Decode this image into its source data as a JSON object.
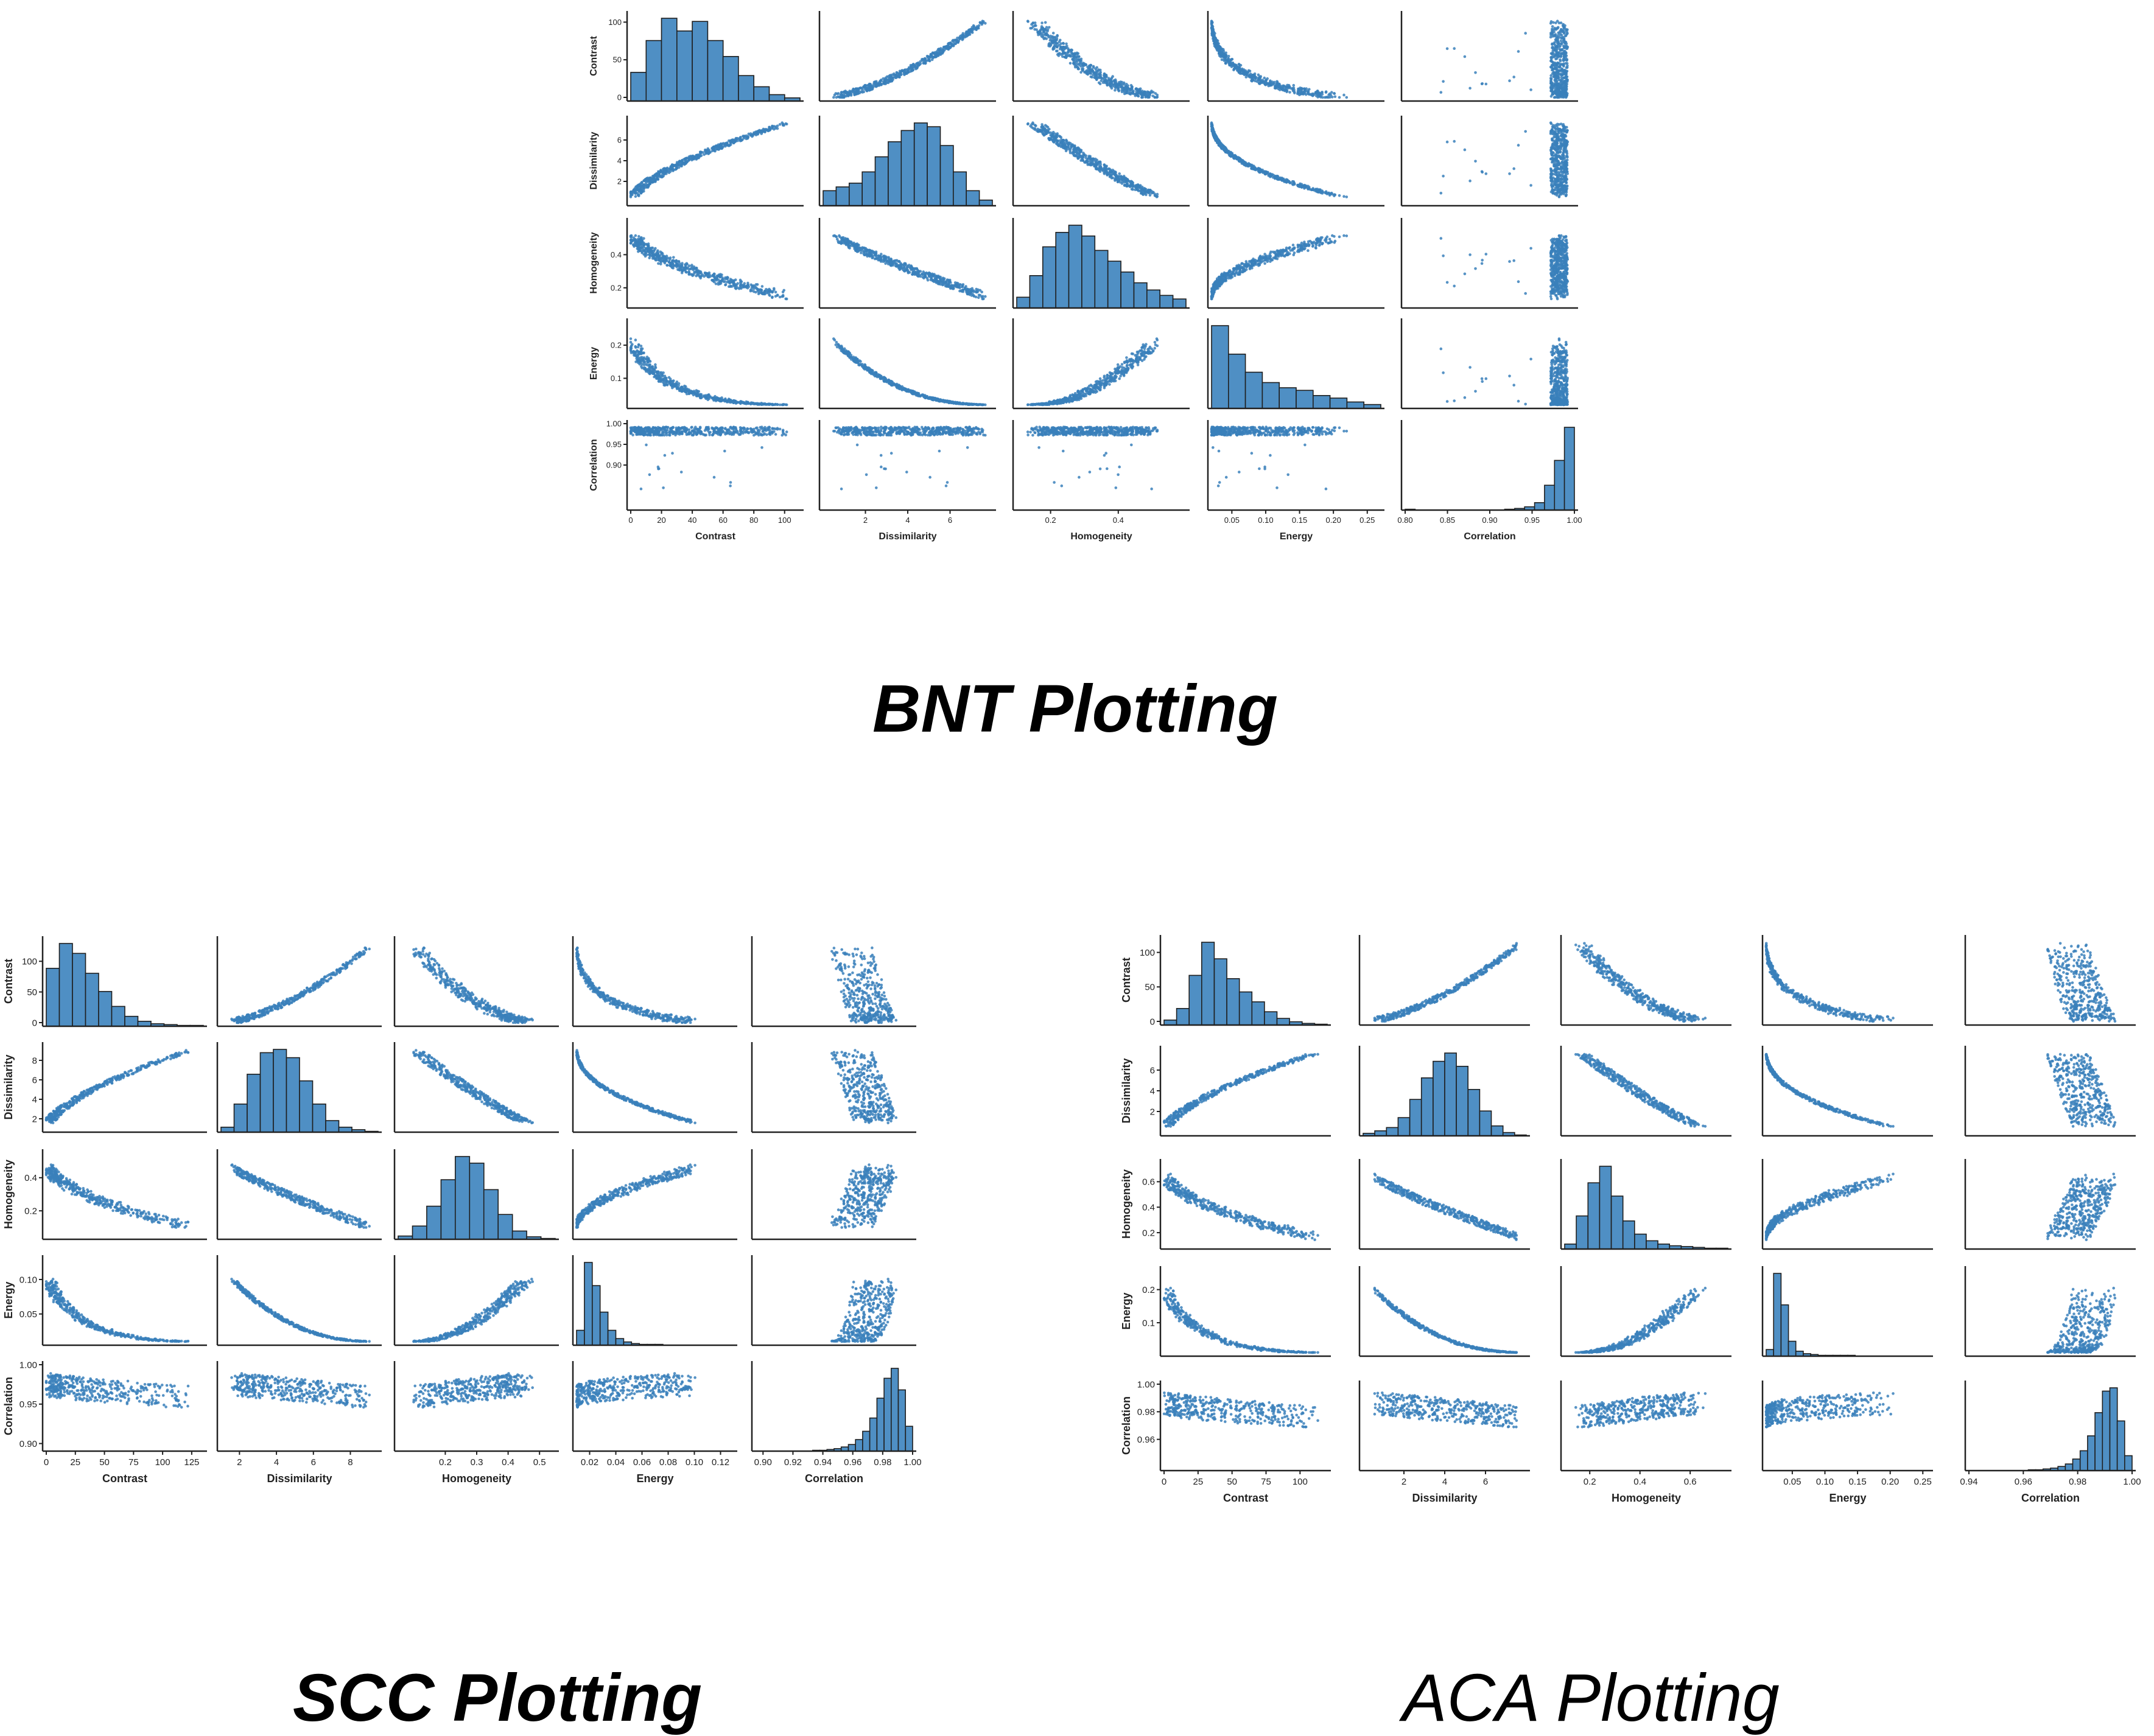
{
  "colors": {
    "mark": "#3a80bb",
    "hist_fill": "#4f8fc4",
    "hist_edge": "#1f1f1f",
    "axis": "#222222",
    "caption": "#000000"
  },
  "features": [
    "Contrast",
    "Dissimilarity",
    "Homogeneity",
    "Energy",
    "Correlation"
  ],
  "chart_data": [
    {
      "type": "scatter",
      "subtype": "pairplot",
      "caption": "BNT Plotting",
      "variables": [
        "Contrast",
        "Dissimilarity",
        "Homogeneity",
        "Energy",
        "Correlation"
      ],
      "xlims": [
        [
          0,
          110
        ],
        [
          0,
          8
        ],
        [
          0.1,
          0.6
        ],
        [
          0.02,
          0.27
        ],
        [
          0.8,
          1.0
        ]
      ],
      "ylims": [
        [
          0,
          110
        ],
        [
          0,
          8
        ],
        [
          0.1,
          0.6
        ],
        [
          0.02,
          0.27
        ],
        [
          0.8,
          1.0
        ]
      ],
      "xticks": [
        [
          0,
          20,
          40,
          60,
          80,
          100
        ],
        [
          2,
          4,
          6
        ],
        [
          0.2,
          0.4
        ],
        [
          0.05,
          0.1,
          0.15,
          0.2,
          0.25
        ],
        [
          0.8,
          0.85,
          0.9,
          0.95,
          1.0
        ]
      ],
      "xticklabels": [
        [
          "0",
          "20",
          "40",
          "60",
          "80",
          "100"
        ],
        [
          "2",
          "4",
          "6"
        ],
        [
          "0.2",
          "0.4"
        ],
        [
          "0.05",
          "0.10",
          "0.15",
          "0.20",
          "0.25"
        ],
        [
          "0.80",
          "0.85",
          "0.90",
          "0.95",
          "1.00"
        ]
      ],
      "yticks": [
        [
          0,
          50,
          100
        ],
        [
          2,
          4,
          6
        ],
        [
          0.2,
          0.4
        ],
        [
          0.1,
          0.2
        ],
        [
          0.9,
          0.95,
          1.0
        ]
      ],
      "yticklabels": [
        [
          "0",
          "50",
          "100"
        ],
        [
          "2",
          "4",
          "6"
        ],
        [
          "0.2",
          "0.4"
        ],
        [
          "0.1",
          "0.2"
        ],
        [
          "0.90",
          "0.95",
          "1.00"
        ]
      ],
      "histograms": [
        [
          18,
          38,
          52,
          44,
          50,
          38,
          28,
          16,
          9,
          4,
          2
        ],
        [
          8,
          10,
          12,
          18,
          26,
          34,
          40,
          44,
          42,
          32,
          18,
          8,
          3
        ],
        [
          6,
          18,
          34,
          42,
          46,
          40,
          32,
          26,
          20,
          14,
          10,
          7,
          5
        ],
        [
          64,
          42,
          28,
          20,
          16,
          14,
          10,
          8,
          5,
          3
        ],
        [
          1,
          0,
          0,
          0,
          0,
          0,
          0,
          0,
          0,
          0,
          1,
          2,
          4,
          9,
          30,
          60,
          100
        ]
      ],
      "relations": {
        "Contrast-Dissimilarity": "strong positive concave",
        "Contrast-Homogeneity": "negative convex",
        "Contrast-Energy": "negative convex",
        "Dissimilarity-Homogeneity": "strong negative",
        "Dissimilarity-Energy": "negative convex",
        "Homogeneity-Energy": "strong positive convex",
        "Correlation-all": "clustered near 0.98 with few low outliers"
      }
    },
    {
      "type": "scatter",
      "subtype": "pairplot",
      "caption": "SCC Plotting",
      "variables": [
        "Contrast",
        "Dissimilarity",
        "Homogeneity",
        "Energy",
        "Correlation"
      ],
      "xlims": [
        [
          0,
          135
        ],
        [
          1,
          9.5
        ],
        [
          0.05,
          0.55
        ],
        [
          0.01,
          0.13
        ],
        [
          0.895,
          1.0
        ]
      ],
      "ylims": [
        [
          0,
          135
        ],
        [
          1,
          9.5
        ],
        [
          0.05,
          0.55
        ],
        [
          0.01,
          0.13
        ],
        [
          0.895,
          1.0
        ]
      ],
      "xticks": [
        [
          0,
          25,
          50,
          75,
          100,
          125
        ],
        [
          2,
          4,
          6,
          8
        ],
        [
          0.2,
          0.3,
          0.4,
          0.5
        ],
        [
          0.02,
          0.04,
          0.06,
          0.08,
          0.1,
          0.12
        ],
        [
          0.9,
          0.92,
          0.94,
          0.96,
          0.98,
          1.0
        ]
      ],
      "xticklabels": [
        [
          "0",
          "25",
          "50",
          "75",
          "100",
          "125"
        ],
        [
          "2",
          "4",
          "6",
          "8"
        ],
        [
          "0.2",
          "0.3",
          "0.4",
          "0.5"
        ],
        [
          "0.02",
          "0.04",
          "0.06",
          "0.08",
          "0.10",
          "0.12"
        ],
        [
          "0.90",
          "0.92",
          "0.94",
          "0.96",
          "0.98",
          "1.00"
        ]
      ],
      "yticks": [
        [
          0,
          50,
          100
        ],
        [
          2,
          4,
          6,
          8
        ],
        [
          0.2,
          0.4
        ],
        [
          0.05,
          0.1
        ],
        [
          0.9,
          0.95,
          1.0
        ]
      ],
      "yticklabels": [
        [
          "0",
          "50",
          "100"
        ],
        [
          "2",
          "4",
          "6",
          "8"
        ],
        [
          "0.2",
          "0.4"
        ],
        [
          "0.05",
          "0.10"
        ],
        [
          "0.90",
          "0.95",
          "1.00"
        ]
      ],
      "histograms": [
        [
          70,
          100,
          88,
          64,
          42,
          24,
          12,
          6,
          3,
          2,
          1,
          1
        ],
        [
          6,
          34,
          70,
          96,
          100,
          90,
          62,
          34,
          14,
          6,
          3,
          1
        ],
        [
          4,
          16,
          40,
          72,
          100,
          92,
          60,
          30,
          10,
          3,
          1
        ],
        [
          18,
          100,
          72,
          40,
          18,
          8,
          4,
          2,
          1,
          1,
          1,
          0,
          0,
          0,
          0,
          0,
          0,
          0,
          0,
          0
        ],
        [
          0,
          0,
          0,
          0,
          0,
          0,
          0,
          0,
          1,
          1,
          2,
          3,
          5,
          8,
          14,
          24,
          40,
          64,
          88,
          100,
          74,
          30
        ]
      ],
      "relations": {
        "Contrast-Dissimilarity": "strong positive",
        "Contrast-Homogeneity": "negative convex",
        "Contrast-Energy": "negative convex",
        "Dissimilarity-Homogeneity": "strong negative",
        "Dissimilarity-Energy": "negative convex",
        "Homogeneity-Energy": "strong positive",
        "Correlation-all": "cloud around 0.975–0.985"
      }
    },
    {
      "type": "scatter",
      "subtype": "pairplot",
      "caption": "ACA Plotting",
      "variables": [
        "Contrast",
        "Dissimilarity",
        "Homogeneity",
        "Energy",
        "Correlation"
      ],
      "xlims": [
        [
          0,
          120
        ],
        [
          0,
          8
        ],
        [
          0.1,
          0.75
        ],
        [
          0.01,
          0.26
        ],
        [
          0.94,
          1.0
        ]
      ],
      "ylims": [
        [
          0,
          120
        ],
        [
          0,
          8
        ],
        [
          0.1,
          0.75
        ],
        [
          0.01,
          0.26
        ],
        [
          0.94,
          1.0
        ]
      ],
      "xticks": [
        [
          0,
          25,
          50,
          75,
          100
        ],
        [
          2,
          4,
          6
        ],
        [
          0.2,
          0.4,
          0.6
        ],
        [
          0.05,
          0.1,
          0.15,
          0.2,
          0.25
        ],
        [
          0.94,
          0.96,
          0.98,
          1.0
        ]
      ],
      "xticklabels": [
        [
          "0",
          "25",
          "50",
          "75",
          "100"
        ],
        [
          "2",
          "4",
          "6"
        ],
        [
          "0.2",
          "0.4",
          "0.6"
        ],
        [
          "0.05",
          "0.10",
          "0.15",
          "0.20",
          "0.25"
        ],
        [
          "0.94",
          "0.96",
          "0.98",
          "1.00"
        ]
      ],
      "yticks": [
        [
          0,
          50,
          100
        ],
        [
          2,
          4,
          6
        ],
        [
          0.2,
          0.4,
          0.6
        ],
        [
          0.1,
          0.2
        ],
        [
          0.96,
          0.98,
          1.0
        ]
      ],
      "yticklabels": [
        [
          "0",
          "50",
          "100"
        ],
        [
          "2",
          "4",
          "6"
        ],
        [
          "0.2",
          "0.4",
          "0.6"
        ],
        [
          "0.1",
          "0.2"
        ],
        [
          "0.96",
          "0.98",
          "1.00"
        ]
      ],
      "histograms": [
        [
          6,
          20,
          60,
          100,
          80,
          56,
          40,
          28,
          16,
          8,
          4,
          2,
          1
        ],
        [
          3,
          6,
          10,
          22,
          44,
          70,
          90,
          100,
          84,
          56,
          30,
          12,
          4,
          1
        ],
        [
          6,
          40,
          80,
          100,
          64,
          34,
          18,
          10,
          6,
          4,
          3,
          2,
          1,
          1
        ],
        [
          8,
          100,
          62,
          18,
          6,
          3,
          2,
          1,
          1,
          1,
          1,
          1,
          0,
          0,
          0,
          0,
          0,
          0,
          0,
          0,
          0,
          0
        ],
        [
          0,
          0,
          0,
          0,
          0,
          0,
          0,
          0,
          1,
          1,
          2,
          3,
          5,
          8,
          14,
          24,
          42,
          70,
          96,
          100,
          60,
          18
        ]
      ],
      "relations": {
        "Contrast-Dissimilarity": "strong positive",
        "Contrast-Homogeneity": "negative convex",
        "Contrast-Energy": "negative convex",
        "Dissimilarity-Homogeneity": "strong negative",
        "Dissimilarity-Energy": "negative convex",
        "Homogeneity-Energy": "strong positive convex",
        "Correlation-all": "cloud around 0.975–0.99"
      }
    }
  ]
}
